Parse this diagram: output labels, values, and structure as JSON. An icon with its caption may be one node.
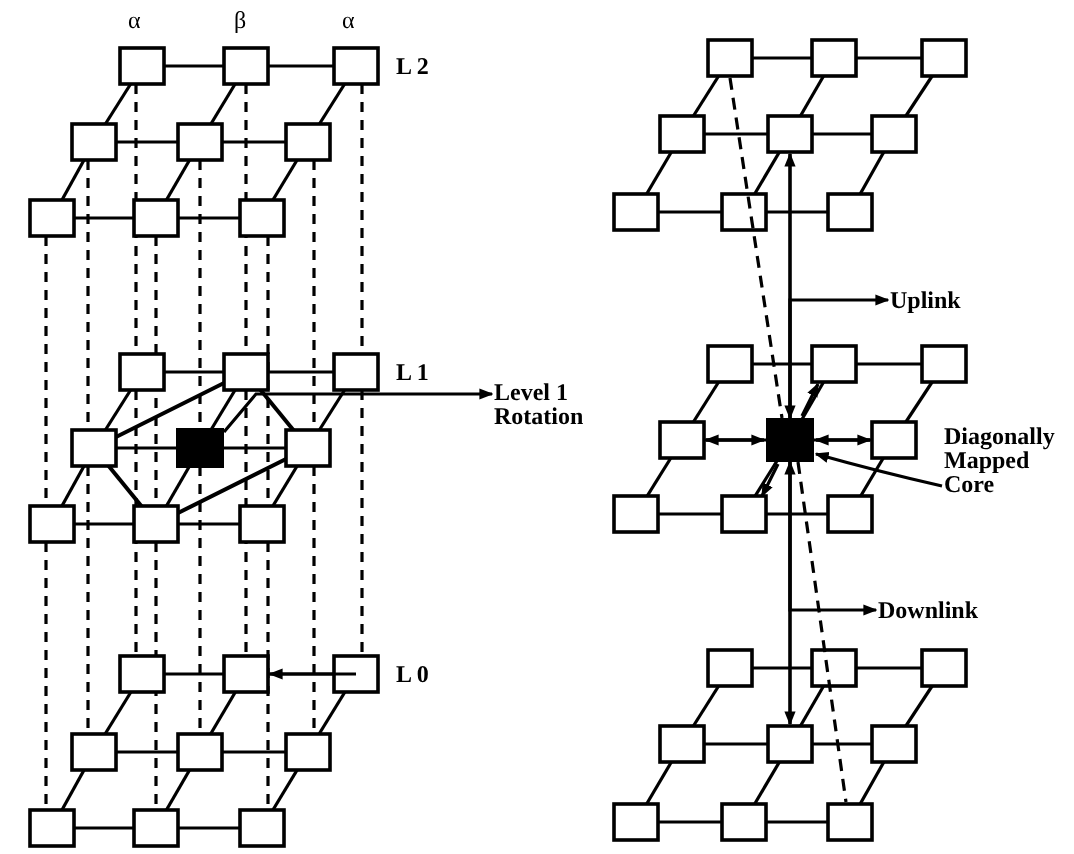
{
  "diagram": {
    "nodes": [
      {
        "text": [],
        "shape": "box"
      },
      {
        "text": [
          "Level 1 Rotation"
        ]
      },
      {
        "text": [],
        "shape": "box"
      },
      {
        "text": [
          "Uplink"
        ]
      },
      {
        "text": [
          "Downlink"
        ]
      },
      {
        "text": [
          "Diagonally Mapped Core"
        ]
      }
    ],
    "edges": [
      {
        "from": 0,
        "to": 1,
        "arrow": "to"
      },
      {
        "from": 2,
        "to": 3,
        "arrow": "to"
      },
      {
        "from": 2,
        "to": 4,
        "arrow": "to"
      },
      {
        "from": 5,
        "to": 2,
        "arrow": "to"
      }
    ],
    "labels": [
      "α",
      "β",
      "α",
      "L 2",
      "L 1",
      "L 0"
    ]
  }
}
